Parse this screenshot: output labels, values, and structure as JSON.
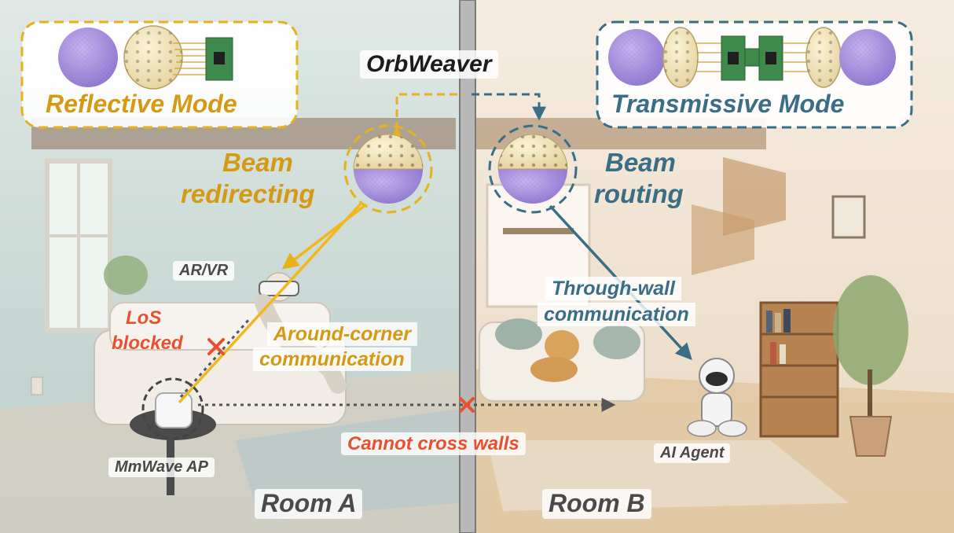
{
  "title": "OrbWeaver",
  "modes": {
    "reflective": "Reflective Mode",
    "transmissive": "Transmissive Mode"
  },
  "functions": {
    "beam_redirecting": [
      "Beam",
      "redirecting"
    ],
    "beam_routing": [
      "Beam",
      "routing"
    ]
  },
  "devices": {
    "ar_vr": "AR/VR",
    "mmwave_ap": "MmWave AP",
    "ai_agent": "AI Agent"
  },
  "annotations": {
    "los_blocked": [
      "LoS",
      "blocked"
    ],
    "around_corner": [
      "Around-corner",
      "communication"
    ],
    "through_wall": [
      "Through-wall",
      "communication"
    ],
    "cannot_cross": "Cannot cross walls"
  },
  "rooms": {
    "a": "Room A",
    "b": "Room B"
  },
  "colors": {
    "reflective": "#e6b21c",
    "transmissive": "#3a6e86",
    "blocked": "#e8502e",
    "wall": "#b8b8b8"
  }
}
